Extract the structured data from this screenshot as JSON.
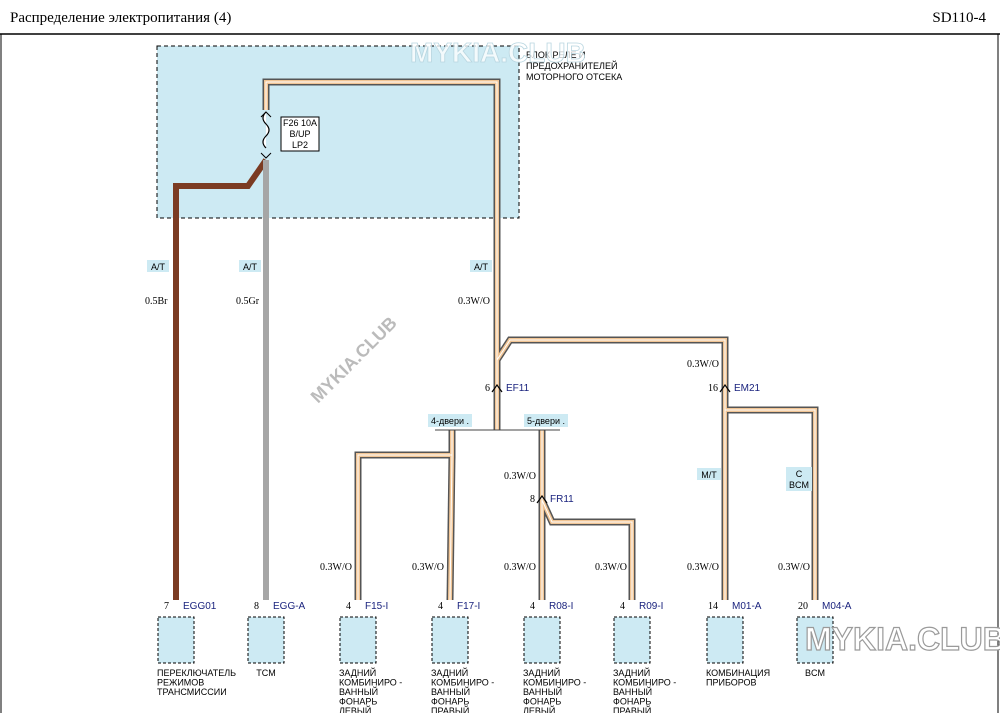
{
  "header": {
    "title": "Распределение      электропитания     (4)",
    "code": "SD110-4"
  },
  "watermarks": [
    "MYKIA.CLUB",
    "MYKIA.CLUB",
    "MYKIA.CLUB"
  ],
  "relay_block": {
    "label_1": "БЛОК РЕЛЕ И",
    "label_2": "ПРЕДОХРАНИТЕЛЕЙ",
    "label_3": "МОТОРНОГО ОТСЕКА"
  },
  "fuse": {
    "line1": "F26 10A",
    "line2": "B/UP",
    "line3": "LP2"
  },
  "tags": {
    "at1": "A/T",
    "at2": "A/T",
    "at3": "A/T",
    "mt": "M/T",
    "c": "C",
    "bcm": "BCM",
    "door4": "4-двери .",
    "door5": "5-двери ."
  },
  "wires": {
    "w_br": "0.5Br",
    "w_gr": "0.5Gr",
    "w_wo_main": "0.3W/O",
    "w_wo_top": "0.3W/O",
    "w_wo_fr": "0.3W/O",
    "w_f15": "0.3W/O",
    "w_f17": "0.3W/O",
    "w_r08": "0.3W/O",
    "w_r09": "0.3W/O",
    "w_m01": "0.3W/O",
    "w_m04": "0.3W/O"
  },
  "splices": {
    "ef11": {
      "pin": "6",
      "id": "EF11"
    },
    "em21": {
      "pin": "16",
      "id": "EM21"
    },
    "fr11": {
      "pin": "8",
      "id": "FR11"
    }
  },
  "connectors": [
    {
      "pin": "7",
      "id": "EGG01",
      "label": [
        "ПЕРЕКЛЮЧАТЕЛЬ",
        "РЕЖИМОВ",
        "ТРАНСМИССИИ"
      ]
    },
    {
      "pin": "8",
      "id": "EGG-A",
      "label": [
        "TCM"
      ]
    },
    {
      "pin": "4",
      "id": "F15-I",
      "label": [
        "ЗАДНИЙ",
        "КОМБИНИРО -",
        "ВАННЫЙ",
        "ФОНАРЬ",
        "ЛЕВЫЙ"
      ]
    },
    {
      "pin": "4",
      "id": "F17-I",
      "label": [
        "ЗАДНИЙ",
        "КОМБИНИРО -",
        "ВАННЫЙ",
        "ФОНАРЬ",
        "ПРАВЫЙ"
      ]
    },
    {
      "pin": "4",
      "id": "R08-I",
      "label": [
        "ЗАДНИЙ",
        "КОМБИНИРО -",
        "ВАННЫЙ",
        "ФОНАРЬ",
        "ЛЕВЫЙ"
      ]
    },
    {
      "pin": "4",
      "id": "R09-I",
      "label": [
        "ЗАДНИЙ",
        "КОМБИНИРО -",
        "ВАННЫЙ",
        "ФОНАРЬ",
        "ПРАВЫЙ"
      ]
    },
    {
      "pin": "14",
      "id": "M01-A",
      "label": [
        "КОМБИНАЦИЯ",
        "ПРИБОРОВ"
      ]
    },
    {
      "pin": "20",
      "id": "M04-A",
      "label": [
        "BCM"
      ]
    }
  ],
  "colors": {
    "brown_wire": "#7b3b22",
    "gray_wire": "#a6a6a6",
    "wo_wire": "#e8b98a",
    "block_fill": "#cdeaf3"
  }
}
